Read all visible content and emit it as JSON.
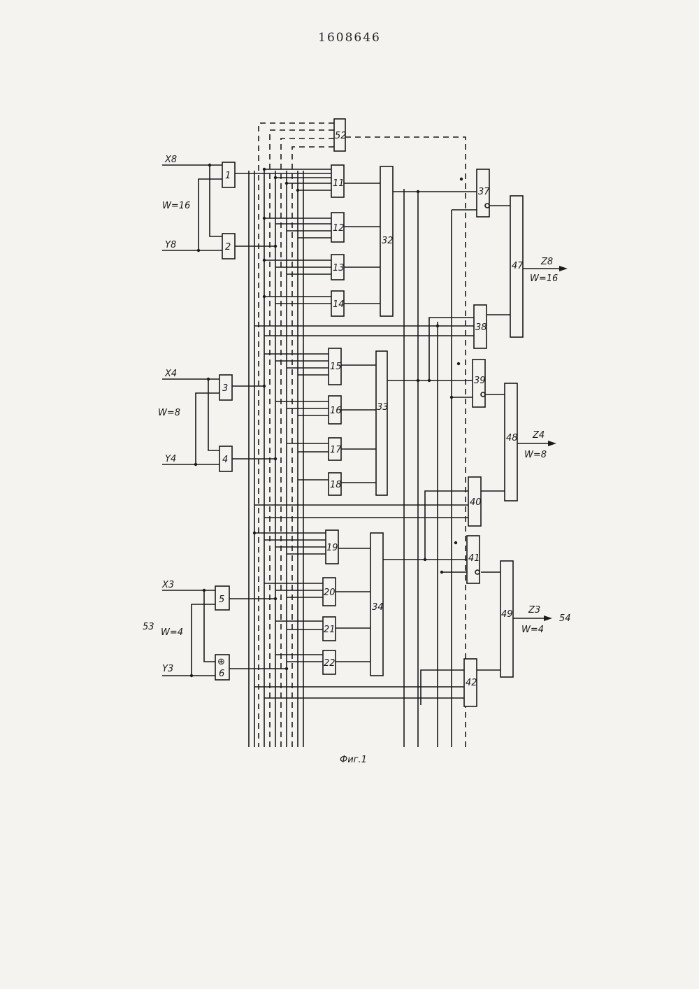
{
  "document_number": "1608646",
  "figure_caption": "Фиг.1",
  "inputs": [
    {
      "x": "X8",
      "y": "Y8",
      "width": "W=16"
    },
    {
      "x": "X4",
      "y": "Y4",
      "width": "W=8"
    },
    {
      "x": "X3",
      "y": "Y3",
      "width": "W=4"
    }
  ],
  "outputs": [
    {
      "z": "Z8",
      "width": "W=16"
    },
    {
      "z": "Z4",
      "width": "W=8"
    },
    {
      "z": "Z3",
      "width": "W=4"
    }
  ],
  "annotations": {
    "left": "53",
    "right": "54",
    "xor_symbol": "⊕"
  },
  "blocks": [
    "1",
    "2",
    "3",
    "4",
    "5",
    "6",
    "11",
    "12",
    "13",
    "14",
    "15",
    "16",
    "17",
    "18",
    "19",
    "20",
    "21",
    "22",
    "32",
    "33",
    "34",
    "37",
    "38",
    "39",
    "40",
    "41",
    "42",
    "47",
    "48",
    "49",
    "52"
  ]
}
